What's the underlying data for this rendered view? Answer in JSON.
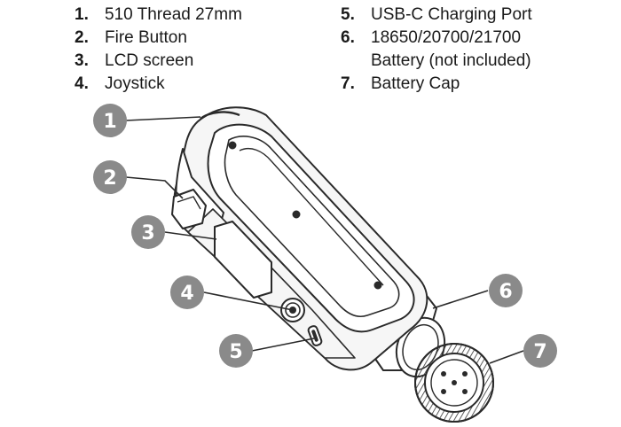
{
  "legend": [
    {
      "num": "1.",
      "label": "510 Thread 27mm"
    },
    {
      "num": "2.",
      "label": "Fire Button"
    },
    {
      "num": "3.",
      "label": "LCD screen"
    },
    {
      "num": "4.",
      "label": "Joystick"
    },
    {
      "num": "5.",
      "label": "USB-C Charging Port"
    },
    {
      "num": "6.",
      "label": "18650/20700/21700",
      "label2": "Battery (not included)"
    },
    {
      "num": "7.",
      "label": "Battery Cap"
    }
  ],
  "callouts": [
    "1",
    "2",
    "3",
    "4",
    "5",
    "6",
    "7"
  ],
  "colors": {
    "badge": "#8a8a8a",
    "line": "#2a2a2a",
    "body": "#f6f6f6"
  }
}
